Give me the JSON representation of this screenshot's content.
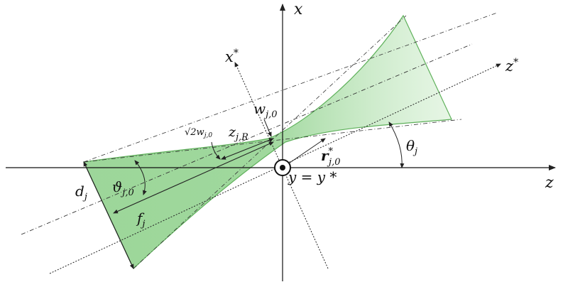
{
  "labels": {
    "x": "x",
    "z": "z",
    "x_star": "x",
    "z_star": "z",
    "star": "*",
    "y_eq": "y = y *",
    "w_main": "w",
    "w_sub": "j,0",
    "sqrt2w_main": "√2w",
    "sqrt2w_sub": "j,0",
    "z_main": "z",
    "z_sub": "j,R",
    "r_main": "r",
    "r_sup": "*",
    "r_sub": "j,0",
    "theta_main": "θ",
    "theta_sub": "j",
    "vtheta_main": "ϑ",
    "vtheta_sub": "j,0",
    "d_main": "d",
    "d_sub": "j",
    "f_main": "f",
    "f_sub": "j"
  },
  "colors": {
    "beam_fill": "#8fd18c",
    "beam_edge": "#5fb15b",
    "axes": "#111111"
  }
}
